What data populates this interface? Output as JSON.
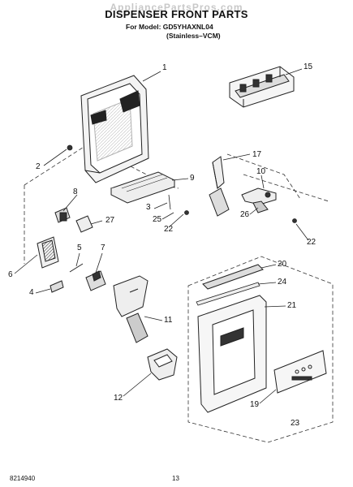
{
  "watermark": "AppliancePartsPros.com",
  "title": "DISPENSER FRONT PARTS",
  "subtitle_model": "For Model: GD5YHAXNL04",
  "subtitle_finish": "(Stainless–VCM)",
  "part_numbers": [
    "1",
    "15",
    "2",
    "17",
    "9",
    "10",
    "8",
    "3",
    "25",
    "26",
    "27",
    "22",
    "22",
    "6",
    "5",
    "7",
    "4",
    "20",
    "24",
    "21",
    "11",
    "12",
    "19",
    "23"
  ],
  "footer_left": "8214940",
  "footer_page": "13"
}
